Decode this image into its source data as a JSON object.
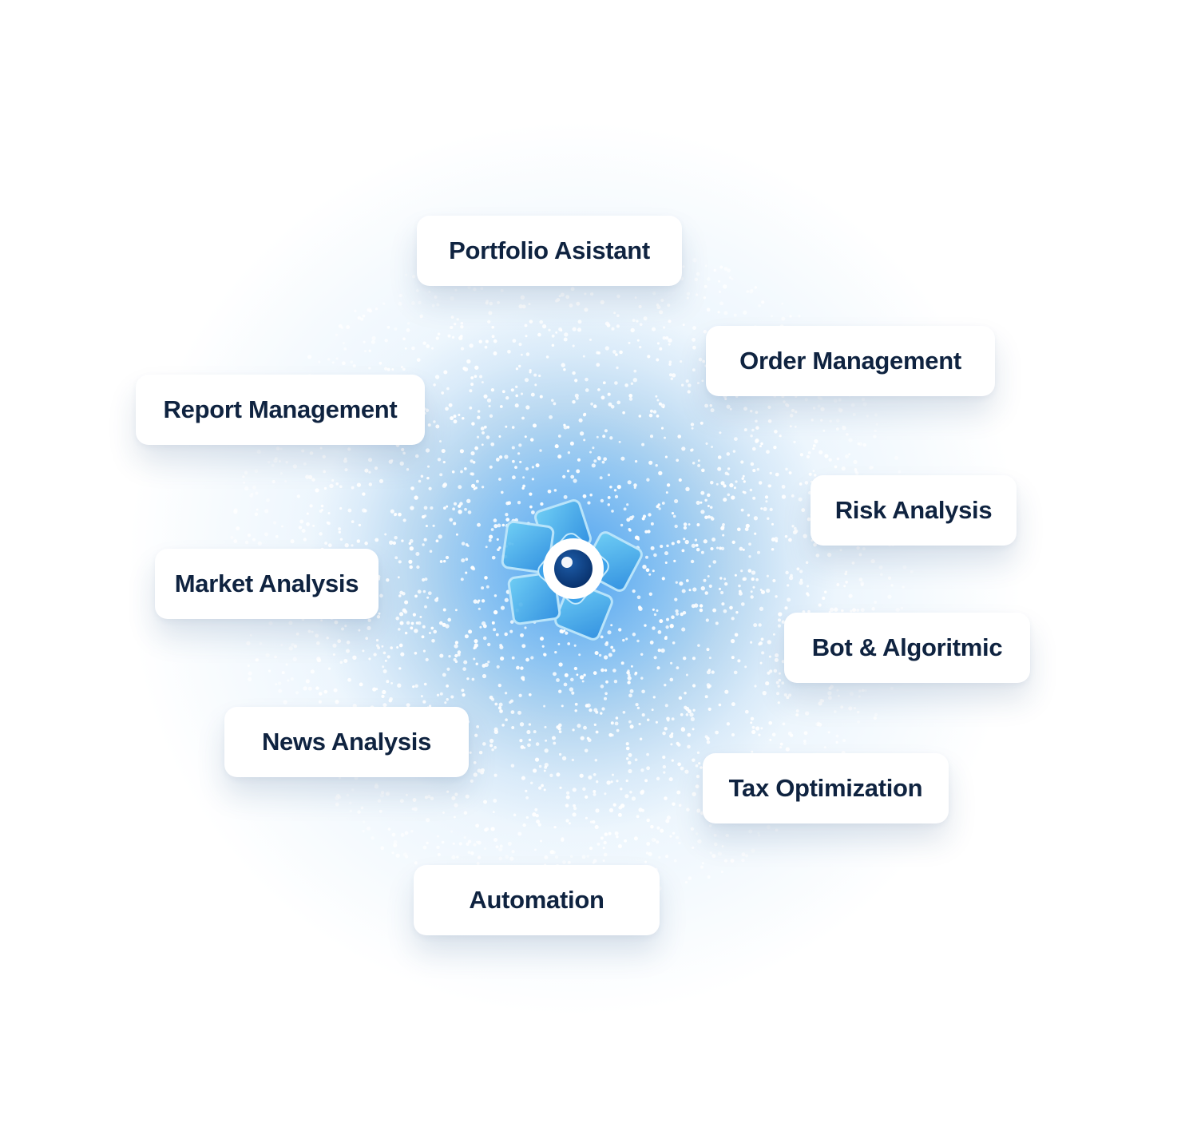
{
  "hub": {
    "icon": "eye-icon",
    "colors": {
      "petal_light": "#5cc6f2",
      "petal_dark": "#2f8fe0",
      "pupil": "#0a3a78",
      "ring": "#ffffff"
    }
  },
  "features": [
    {
      "id": "portfolio",
      "label": "Portfolio Asistant"
    },
    {
      "id": "order",
      "label": "Order Management"
    },
    {
      "id": "report",
      "label": "Report Management"
    },
    {
      "id": "risk",
      "label": "Risk Analysis"
    },
    {
      "id": "market",
      "label": "Market Analysis"
    },
    {
      "id": "bot",
      "label": "Bot & Algoritmic"
    },
    {
      "id": "news",
      "label": "News Analysis"
    },
    {
      "id": "tax",
      "label": "Tax Optimization"
    },
    {
      "id": "automation",
      "label": "Automation"
    }
  ],
  "colors": {
    "label_text": "#0f2340",
    "card_bg": "#ffffff",
    "glow_core": "#48a0f0",
    "glow_outer": "#d6e9fa",
    "dot": "#ffffff"
  }
}
